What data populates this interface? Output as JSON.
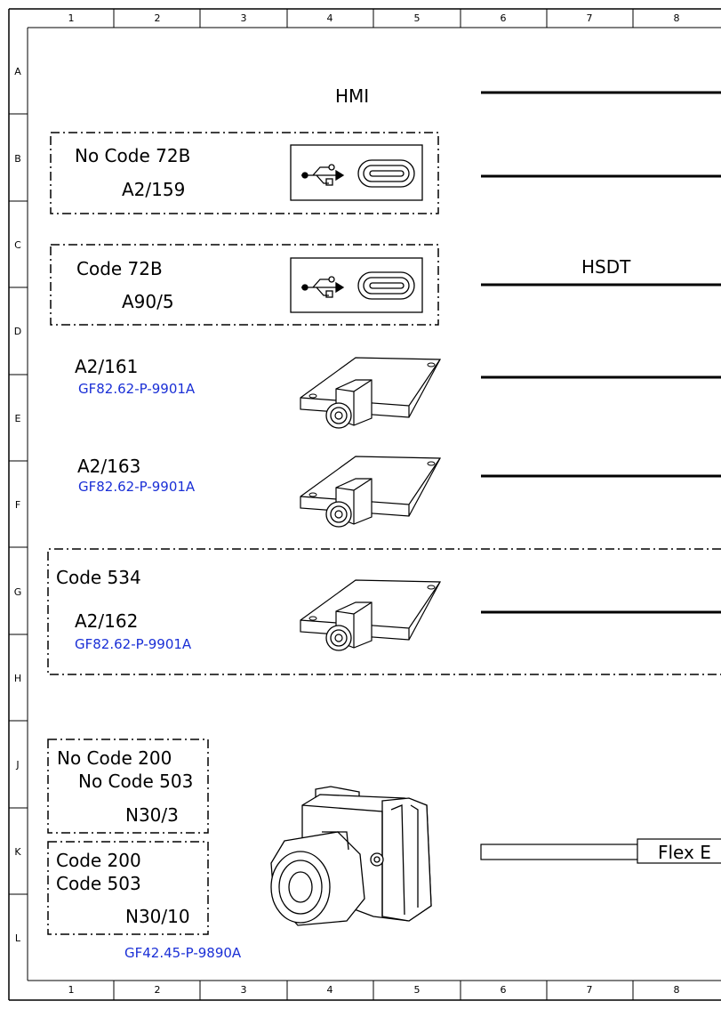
{
  "frame": {
    "columns": [
      "1",
      "2",
      "3",
      "4",
      "5",
      "6",
      "7",
      "8"
    ],
    "rows": [
      "A",
      "B",
      "C",
      "D",
      "E",
      "F",
      "G",
      "H",
      "J",
      "K",
      "L"
    ]
  },
  "title_hmi": "HMI",
  "title_hsdt": "HSDT",
  "components": {
    "a2_159": {
      "code": "No Code 72B",
      "id": "A2/159",
      "icon": "usb-c-port-icon"
    },
    "a90_5": {
      "code": "Code 72B",
      "id": "A90/5",
      "icon": "usb-c-port-icon"
    },
    "a2_161": {
      "id": "A2/161",
      "ref": "GF82.62-P-9901A",
      "icon": "antenna-module-icon"
    },
    "a2_163": {
      "id": "A2/163",
      "ref": "GF82.62-P-9901A",
      "icon": "antenna-module-icon"
    },
    "a2_162": {
      "code": "Code 534",
      "id": "A2/162",
      "ref": "GF82.62-P-9901A",
      "icon": "antenna-module-icon"
    },
    "n30_3": {
      "code1": "No Code 200",
      "code2": "No Code 503",
      "id": "N30/3"
    },
    "n30_10": {
      "code1": "Code 200",
      "code2": "Code 503",
      "id": "N30/10"
    },
    "n30_ref": "GF42.45-P-9890A",
    "abs_icon": "abs-hydraulic-unit-icon"
  },
  "flex_label": "Flex E",
  "colors": {
    "line": "#000000",
    "link": "#1a2fd6",
    "background": "#ffffff"
  }
}
